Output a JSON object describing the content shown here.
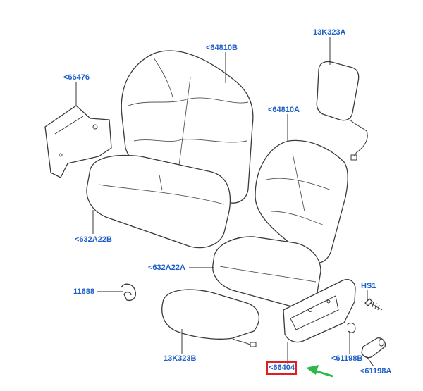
{
  "labels": {
    "l_64810b": "<64810B",
    "l_13k323a": "13K323A",
    "l_66476": "<66476",
    "l_64810a": "<64810A",
    "l_632a22b": "<632A22B",
    "l_632a22a": "<632A22A",
    "l_11688": "11688",
    "l_hs1": "HS1",
    "l_13k323b": "13K323B",
    "l_61198b": "<61198B",
    "l_66404": "<66404",
    "l_61198a": "<61198A"
  },
  "colors": {
    "label_text": "#1c5ec8",
    "highlight_box": "#e02020",
    "pointer_arrow": "#2fb84a"
  },
  "icons": {
    "pointer": "green-arrow-icon"
  }
}
